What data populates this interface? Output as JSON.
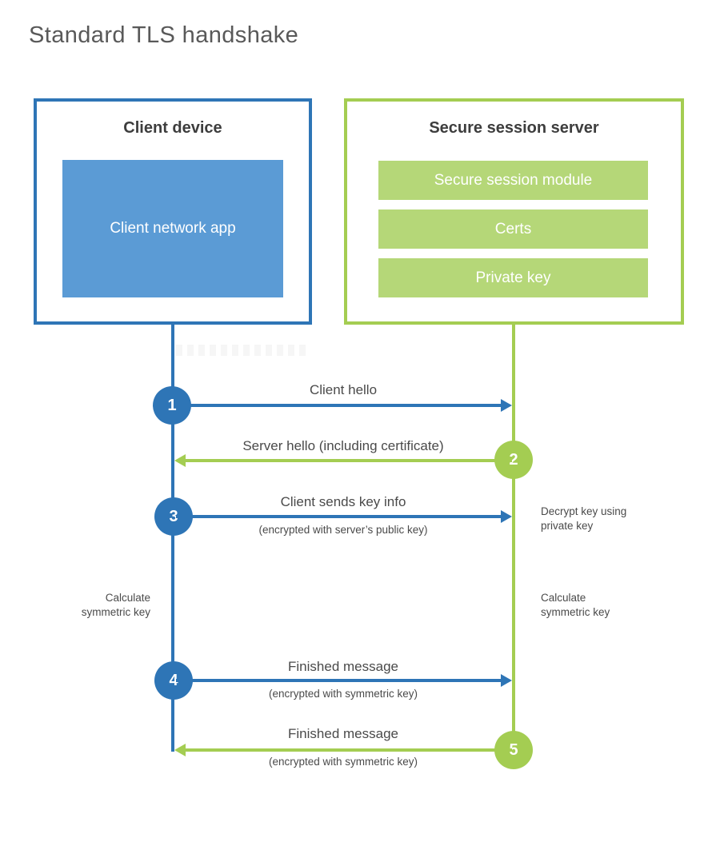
{
  "title": "Standard TLS handshake",
  "colors": {
    "blue": "#2e75b6",
    "blue_fill": "#5b9bd5",
    "green": "#a4cd52",
    "green_fill": "#b5d778",
    "heading": "#3d3d3d",
    "label": "#4a4a4a",
    "title": "#595959"
  },
  "client_box": {
    "title": "Client device",
    "module": "Client network app"
  },
  "server_box": {
    "title": "Secure session server",
    "modules": [
      "Secure session module",
      "Certs",
      "Private key"
    ]
  },
  "steps": [
    {
      "num": "1",
      "label": "Client hello",
      "sublabel": "",
      "from": "client",
      "to": "server"
    },
    {
      "num": "2",
      "label": "Server hello (including certificate)",
      "sublabel": "",
      "from": "server",
      "to": "client"
    },
    {
      "num": "3",
      "label": "Client sends key info",
      "sublabel": "(encrypted with server’s public key)",
      "from": "client",
      "to": "server"
    },
    {
      "num": "4",
      "label": "Finished message",
      "sublabel": "(encrypted with symmetric key)",
      "from": "client",
      "to": "server"
    },
    {
      "num": "5",
      "label": "Finished message",
      "sublabel": "(encrypted with symmetric key)",
      "from": "server",
      "to": "client"
    }
  ],
  "annotations": {
    "decrypt": "Decrypt key using\nprivate key",
    "calculate_left": "Calculate\nsymmetric key",
    "calculate_right": "Calculate\nsymmetric key"
  }
}
